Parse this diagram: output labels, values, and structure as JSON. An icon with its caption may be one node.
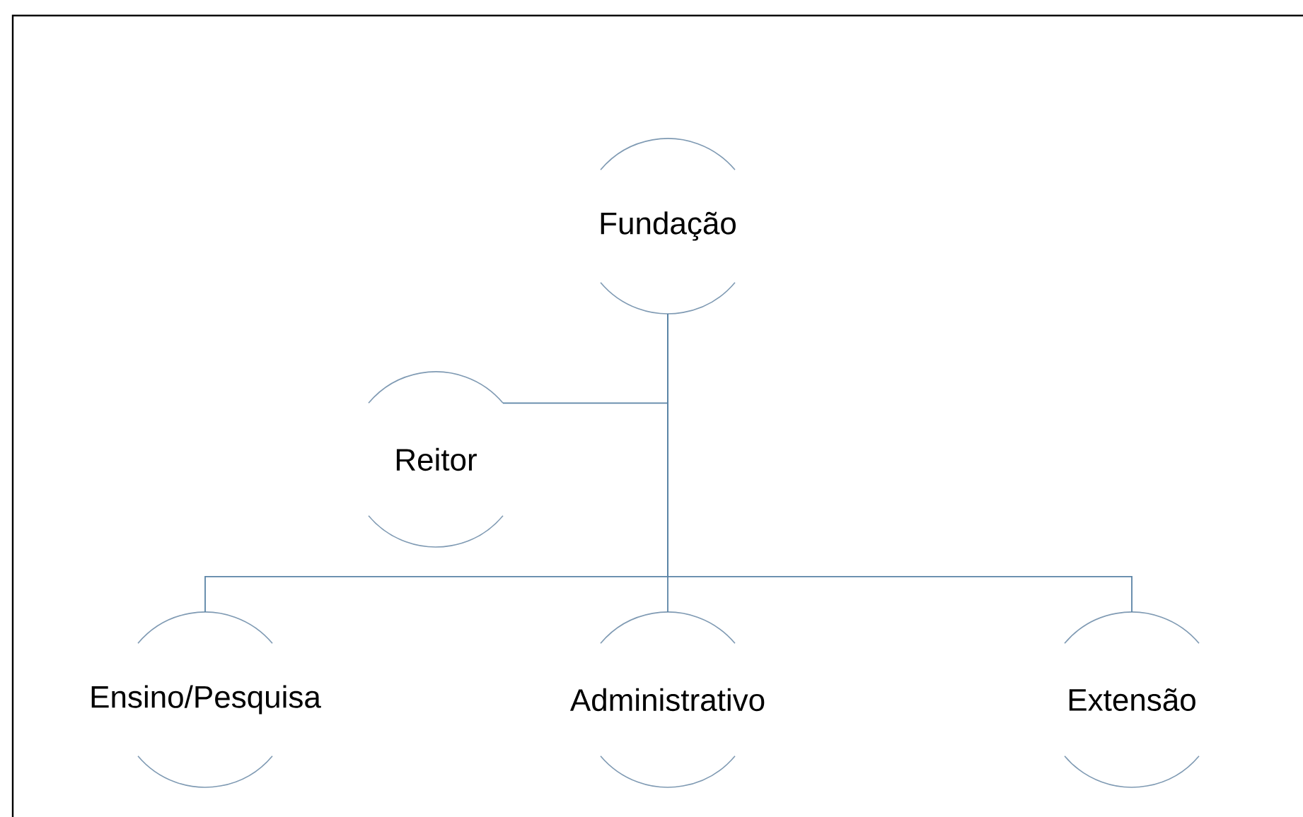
{
  "diagram": {
    "nodes": [
      {
        "text": [
          "Fundação"
        ]
      },
      {
        "text": [
          "Reitor"
        ]
      },
      {
        "text": [
          "Ensino/Pesquisa"
        ]
      },
      {
        "text": [
          "Administrativo"
        ]
      },
      {
        "text": [
          "Extensão"
        ]
      }
    ],
    "edges": [
      {
        "from": 0,
        "to": 1,
        "arrow": "none"
      },
      {
        "from": 0,
        "to": 2,
        "arrow": "none"
      },
      {
        "from": 0,
        "to": 3,
        "arrow": "none"
      },
      {
        "from": 0,
        "to": 4,
        "arrow": "none"
      }
    ]
  }
}
